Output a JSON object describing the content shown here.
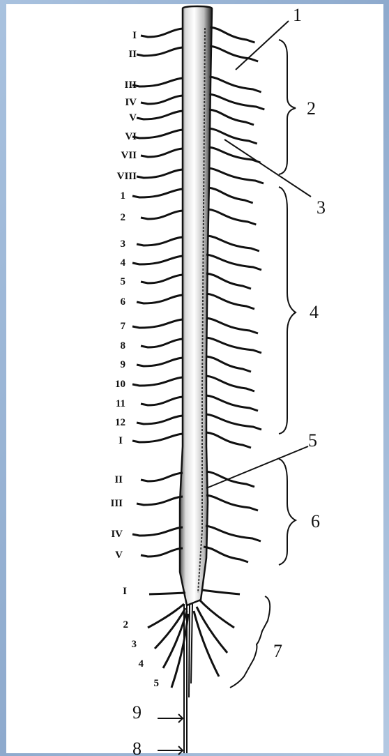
{
  "colors": {
    "background_frame": "#9ab4d4",
    "paper": "#ffffff",
    "ink": "#111111"
  },
  "segment_labels": {
    "cervical": [
      "I",
      "II",
      "III",
      "IV",
      "V",
      "VI",
      "VII",
      "VIII"
    ],
    "thoracic": [
      "1",
      "2",
      "3",
      "4",
      "5",
      "6",
      "7",
      "8",
      "9",
      "10",
      "11",
      "12"
    ],
    "lumbar": [
      "I",
      "II",
      "III",
      "IV",
      "V"
    ],
    "sacral": [
      "I",
      "2",
      "3",
      "4",
      "5"
    ]
  },
  "callouts": [
    "1",
    "2",
    "3",
    "4",
    "5",
    "6",
    "7",
    "8",
    "9"
  ]
}
